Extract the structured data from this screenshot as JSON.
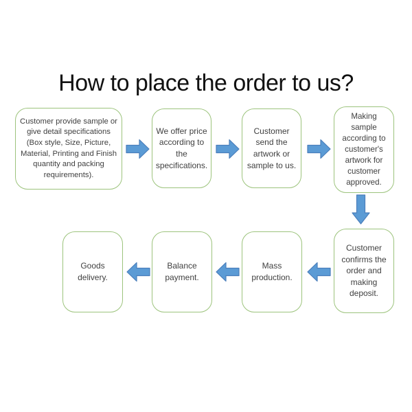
{
  "title": "How to place the order to us?",
  "colors": {
    "background": "#ffffff",
    "box_border": "#9cc37c",
    "box_text": "#3f3f3f",
    "arrow_fill": "#5b9bd5",
    "arrow_outline": "#4a7ebb",
    "title_text": "#111111"
  },
  "diagram": {
    "type": "flowchart",
    "steps": [
      {
        "id": 1,
        "text": "Customer provide sample or give detail specifications (Box style, Size, Picture, Material, Printing and Finish quantity and packing requirements)."
      },
      {
        "id": 2,
        "text": "We offer price according to the specifications."
      },
      {
        "id": 3,
        "text": "Customer send the artwork or sample to us."
      },
      {
        "id": 4,
        "text": "Making sample according to customer's artwork for customer approved."
      },
      {
        "id": 5,
        "text": "Customer confirms the order and making deposit."
      },
      {
        "id": 6,
        "text": "Mass production."
      },
      {
        "id": 7,
        "text": "Balance payment."
      },
      {
        "id": 8,
        "text": "Goods delivery."
      }
    ],
    "connections": [
      {
        "from": 1,
        "to": 2,
        "direction": "right"
      },
      {
        "from": 2,
        "to": 3,
        "direction": "right"
      },
      {
        "from": 3,
        "to": 4,
        "direction": "right"
      },
      {
        "from": 4,
        "to": 5,
        "direction": "down"
      },
      {
        "from": 5,
        "to": 6,
        "direction": "left"
      },
      {
        "from": 6,
        "to": 7,
        "direction": "left"
      },
      {
        "from": 7,
        "to": 8,
        "direction": "left"
      }
    ]
  }
}
